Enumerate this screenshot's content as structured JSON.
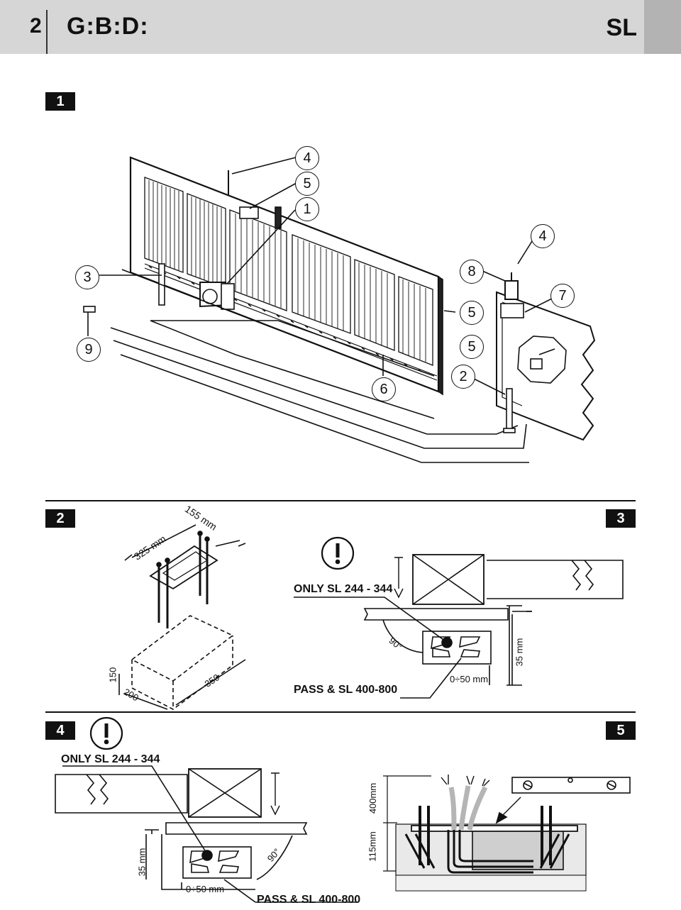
{
  "header": {
    "page_number": "2",
    "logo": "G:B:D:",
    "product": "SL"
  },
  "sections": [
    "1",
    "2",
    "3",
    "4",
    "5"
  ],
  "fig1": {
    "callouts": [
      "4",
      "5",
      "1",
      "3",
      "9",
      "6",
      "4",
      "8",
      "7",
      "5",
      "5",
      "2"
    ]
  },
  "fig2": {
    "dim_325": "325 mm",
    "dim_155": "155 mm",
    "dim_150": "150",
    "dim_200": "200",
    "dim_350": "350"
  },
  "fig3": {
    "only": "ONLY SL 244 - 344",
    "pass": "PASS & SL 400-800",
    "angle": "90°",
    "range": "0÷50 mm",
    "height": "35 mm"
  },
  "fig4": {
    "only": "ONLY SL 244 - 344",
    "pass": "PASS & SL 400-800",
    "angle": "90°",
    "range": "0÷50 mm",
    "height": "35 mm"
  },
  "fig5": {
    "d400": "400mm",
    "d115": "115mm"
  },
  "colors": {
    "header_bg": "#d6d6d6",
    "header_tab": "#b3b3b3",
    "ink": "#111111"
  }
}
